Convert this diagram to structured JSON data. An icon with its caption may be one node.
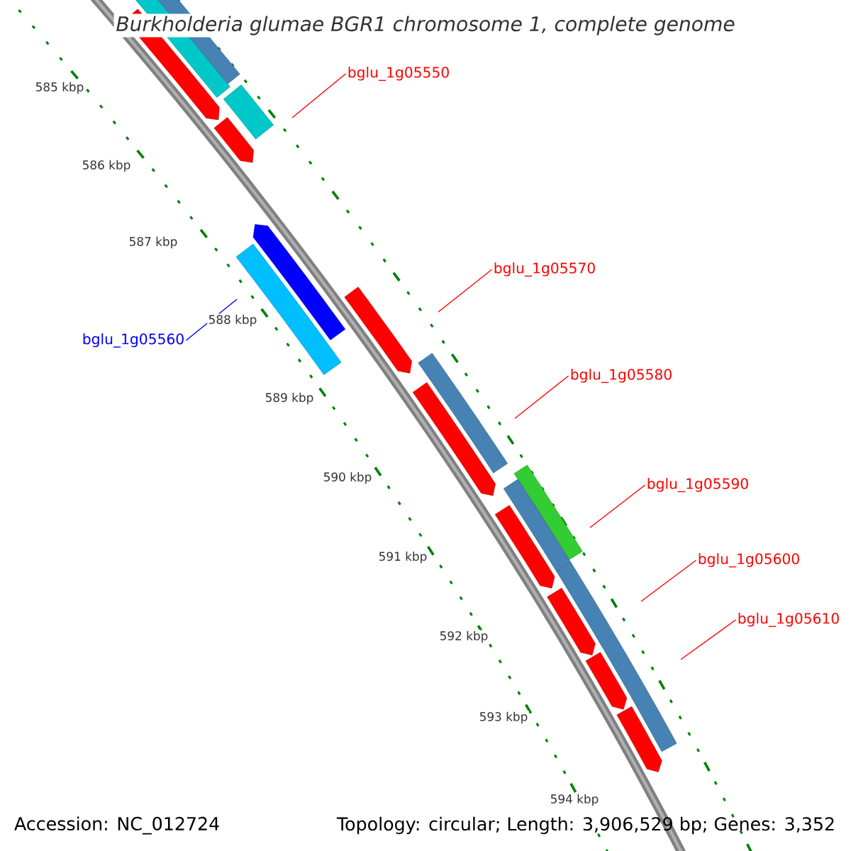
{
  "diagram": {
    "title": "Burkholderia glumae BGR1 chromosome 1, complete genome",
    "nodes": [
      {
        "text": [
          "bglu_1g05550"
        ]
      },
      {
        "text": [
          "bglu_1g05560"
        ]
      },
      {
        "text": [
          "bglu_1g05570"
        ]
      },
      {
        "text": [
          "bglu_1g05580"
        ]
      },
      {
        "text": [
          "bglu_1g05590"
        ]
      },
      {
        "text": [
          "bglu_1g05600"
        ]
      },
      {
        "text": [
          "bglu_1g05610"
        ]
      }
    ],
    "edges": [
      {
        "from": 0,
        "to": null,
        "arrow": "none"
      },
      {
        "from": 1,
        "to": null,
        "arrow": "none",
        "color": "#0000ff"
      },
      {
        "from": 2,
        "to": null,
        "arrow": "none"
      },
      {
        "from": 3,
        "to": null,
        "arrow": "none"
      },
      {
        "from": 4,
        "to": null,
        "arrow": "none"
      },
      {
        "from": 5,
        "to": null,
        "arrow": "none"
      },
      {
        "from": 6,
        "to": null,
        "arrow": "none"
      }
    ],
    "labels": [
      "585 kbp",
      "586 kbp",
      "587 kbp",
      "588 kbp",
      "589 kbp",
      "590 kbp",
      "591 kbp",
      "592 kbp",
      "593 kbp",
      "594 kbp",
      "Accession: NC_012724",
      "Topology: circular; Length: 3,906,529 bp; Genes: 3,352"
    ]
  }
}
